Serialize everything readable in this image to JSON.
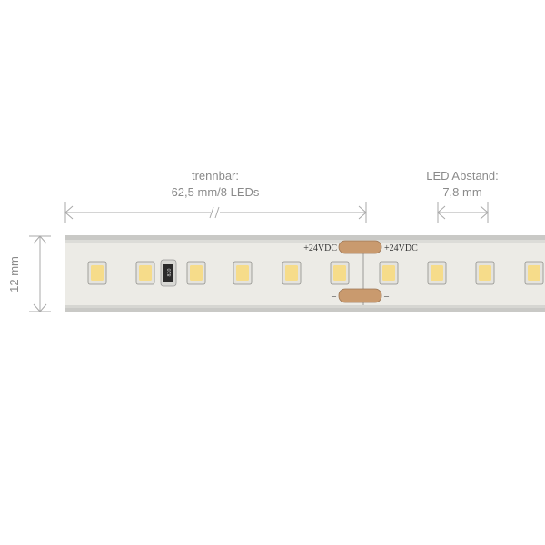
{
  "labels": {
    "cut_title": "trennbar:",
    "cut_value": "62,5 mm/8 LEDs",
    "pitch_title": "LED Abstand:",
    "pitch_value": "7,8 mm",
    "width": "12 mm"
  },
  "strip": {
    "voltage_left": "+24VDC",
    "voltage_right": "+24VDC",
    "minus_left": "–",
    "minus_right": "–",
    "resistor_code": "820",
    "led_color": "#f6dc8a",
    "pad_color": "#c99a6e",
    "pcb_color": "#ecebe6"
  }
}
